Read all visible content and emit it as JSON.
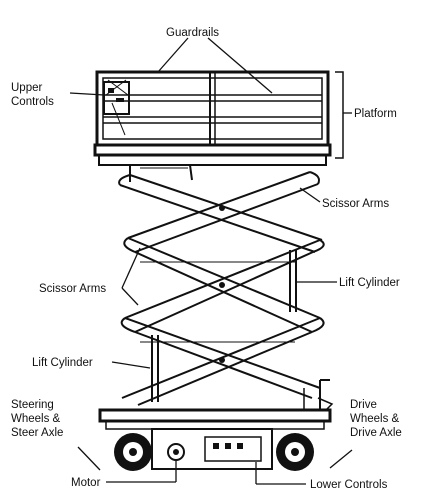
{
  "diagram": {
    "labels": {
      "guardrails": "Guardrails",
      "upper_controls_1": "Upper",
      "upper_controls_2": "Controls",
      "platform": "Platform",
      "scissor_arms_top": "Scissor Arms",
      "scissor_arms_left": "Scissor Arms",
      "lift_cylinder_right": "Lift Cylinder",
      "lift_cylinder_left": "Lift Cylinder",
      "steering_1": "Steering",
      "steering_2": "Wheels &",
      "steering_3": "Steer Axle",
      "drive_1": "Drive",
      "drive_2": "Wheels &",
      "drive_3": "Drive Axle",
      "motor": "Motor",
      "lower_controls": "Lower Controls"
    }
  }
}
